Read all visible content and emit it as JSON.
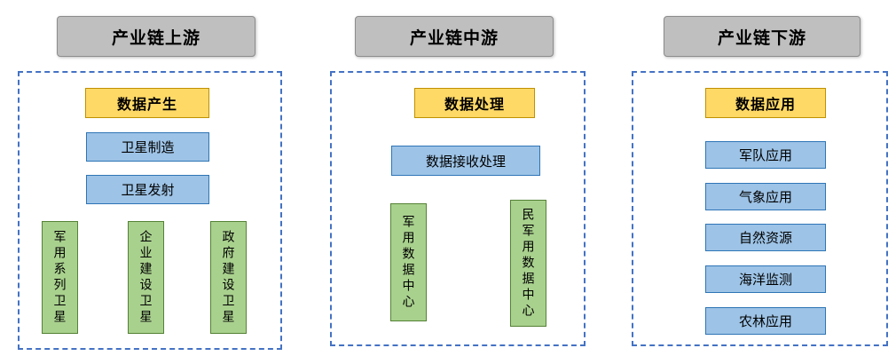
{
  "sections": [
    {
      "header": "产业链上游",
      "top_box": "数据产生",
      "mid_boxes": [
        "卫星制造",
        "卫星发射"
      ],
      "vertical_boxes": [
        "军用系列卫星",
        "企业建设卫星",
        "政府建设卫星"
      ]
    },
    {
      "header": "产业链中游",
      "top_box": "数据处理",
      "mid_boxes": [
        "数据接收处理"
      ],
      "vertical_boxes": [
        "军用数据中心",
        "民军用数据中心"
      ]
    },
    {
      "header": "产业链下游",
      "top_box": "数据应用",
      "mid_boxes": [
        "军队应用",
        "气象应用",
        "自然资源",
        "海洋监测",
        "农林应用"
      ],
      "vertical_boxes": []
    }
  ],
  "colors": {
    "header_fill": "#bfbfbf",
    "header_border": "#8c8c8c",
    "container_border": "#4472c4",
    "yellow_fill": "#ffd966",
    "yellow_border": "#bf9000",
    "blue_fill": "#9dc3e6",
    "blue_border": "#2e75b6",
    "green_fill": "#a9d18e",
    "green_border": "#548235"
  }
}
